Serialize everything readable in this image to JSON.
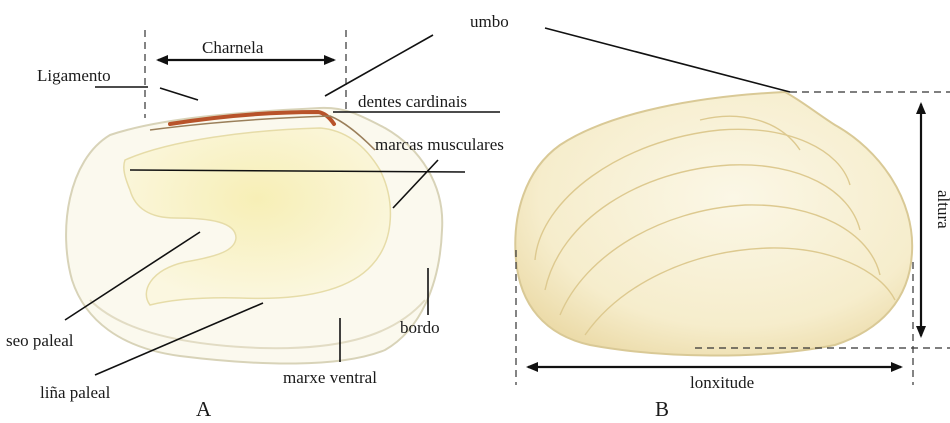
{
  "labels": {
    "charnela": "Charnela",
    "umbo": "umbo",
    "ligamento": "Ligamento",
    "dentes_cardinais": "dentes cardinais",
    "marcas_musculares": "marcas musculares",
    "seo_paleal": "seo paleal",
    "bordo": "bordo",
    "lina_paleal": "liña paleal",
    "marxe_ventral": "marxe ventral",
    "lonxitude": "lonxitude",
    "altura": "altura"
  },
  "panels": {
    "a": "A",
    "b": "B"
  },
  "colors": {
    "shell_fill": "#fbf8ea",
    "shell_inner": "#f7f0c2",
    "shell_outline": "#d6d0b0",
    "ligament": "#b8532a",
    "growth_lines": "#c9a25c"
  }
}
